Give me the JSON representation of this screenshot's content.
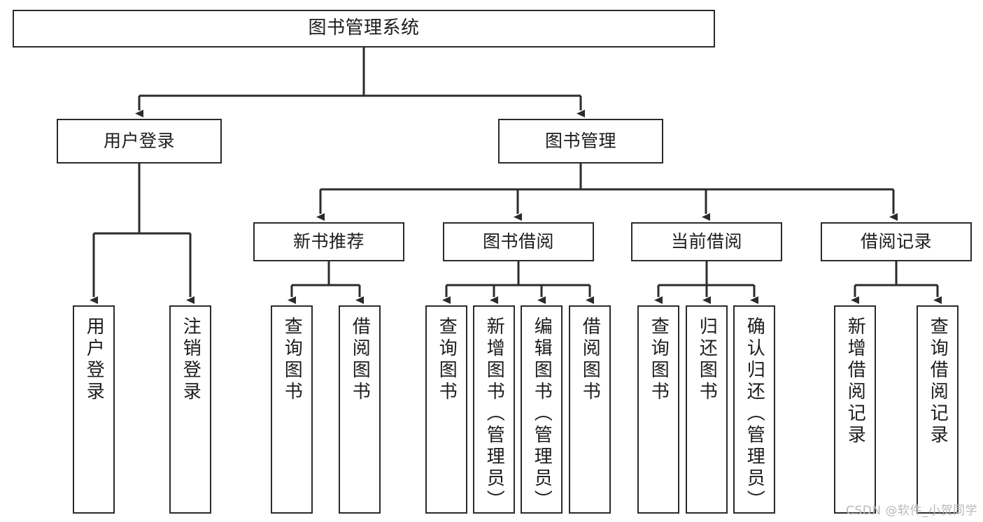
{
  "diagram": {
    "title": "图书管理系统",
    "type": "tree-hierarchy",
    "root": {
      "label": "图书管理系统"
    },
    "level2": [
      {
        "label": "用户登录"
      },
      {
        "label": "图书管理"
      }
    ],
    "level3": [
      {
        "label": "新书推荐"
      },
      {
        "label": "图书借阅"
      },
      {
        "label": "当前借阅"
      },
      {
        "label": "借阅记录"
      }
    ],
    "leaves": {
      "user_login": [
        {
          "label": "用户登录"
        },
        {
          "label": "注销登录"
        }
      ],
      "new_book_recommend": [
        {
          "label": "查询图书"
        },
        {
          "label": "借阅图书"
        }
      ],
      "book_borrow": [
        {
          "label": "查询图书"
        },
        {
          "label": "新增图书（管理员）"
        },
        {
          "label": "编辑图书（管理员）"
        },
        {
          "label": "借阅图书"
        }
      ],
      "current_borrow": [
        {
          "label": "查询图书"
        },
        {
          "label": "归还图书"
        },
        {
          "label": "确认归还（管理员）"
        }
      ],
      "borrow_record": [
        {
          "label": "新增借阅记录"
        },
        {
          "label": "查询借阅记录"
        }
      ]
    },
    "colors": {
      "stroke": "#2b2b2b",
      "fill": "#ffffff",
      "text": "#1c1c1c",
      "watermark": "#b9b9b9"
    }
  },
  "watermark": {
    "text": "CSDN @软件_小贺同学"
  }
}
